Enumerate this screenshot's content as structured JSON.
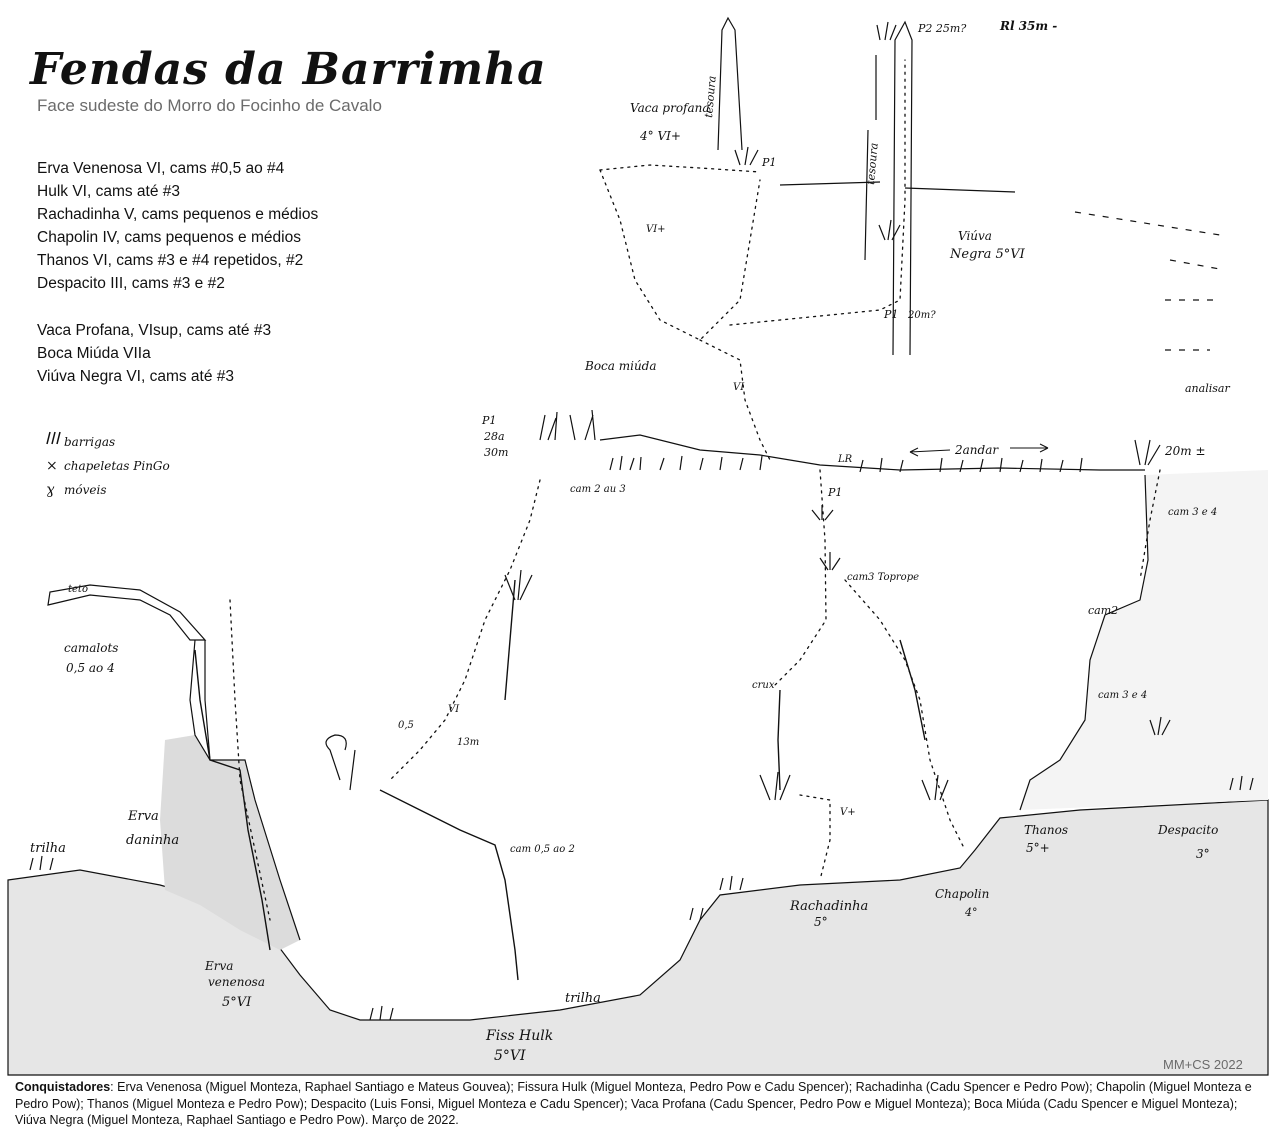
{
  "title": "Fendas da Barrimha",
  "subtitle": "Face sudeste do Morro do Focinho de Cavalo",
  "routes_list": [
    "Erva Venenosa VI, cams #0,5 ao #4",
    "Hulk VI, cams até #3",
    "Rachadinha V, cams pequenos e médios",
    "Chapolin IV, cams pequenos e médios",
    "Thanos VI, cams #3 e #4 repetidos, #2",
    "Despacito III, cams #3 e #2"
  ],
  "routes_list_upper": [
    "Vaca Profana, VIsup, cams até #3",
    "Boca Miúda VIIa",
    "Viúva Negra VI, cams até #3"
  ],
  "legend": {
    "barrigas": "barrigas",
    "chapeletas": "chapeletas PinGo",
    "moveis": "móveis"
  },
  "labels": {
    "tesoura_left": "tesoura",
    "tesoura_right": "tesoura",
    "p2_top": "P2 25m?",
    "rl_35m": "Rl 35m -",
    "vaca_profana": "Vaca profana",
    "vaca_grade": "4° VI+",
    "p1_vaca": "P1",
    "vi_plus_left": "VI+",
    "viuva_negra": "Viúva",
    "viuva_grade": "Negra 5°VI",
    "p1_viuva": "P1",
    "twenty_m_q": "20m?",
    "boca_miuda": "Boca miúda",
    "vi_boca": "VI",
    "analisar": "analisar",
    "p1_left": "P1",
    "p1_left_28": "28a",
    "p1_left_30": "30m",
    "segundo_andar": "2andar",
    "rl_mid": "LR",
    "p1_mid": "P1",
    "twenty_m_right": "20m ±",
    "cam2_au3": "cam 2 au 3",
    "cam3_e4_top": "cam 3 e 4",
    "cam3_toprope": "cam3 Toprope",
    "cam2_right": "cam2",
    "cam3_e4_mid": "cam 3 e 4",
    "crux": "crux",
    "teto": "teto",
    "camalots": "camalots",
    "camalots_range": "0,5 ao 4",
    "erva_daninha_1": "Erva",
    "erva_daninha_2": "daninha",
    "trilha_left": "trilha",
    "trilha_mid": "trilha",
    "zero_five": "0,5",
    "vi_hulk": "VI",
    "thirteen_m": "13m",
    "cam_05_2": "cam 0,5 ao 2",
    "vi_plus_rach": "V+",
    "erva_venenosa_1": "Erva",
    "erva_venenosa_2": "venenosa",
    "erva_venenosa_grade": "5°VI",
    "fiss_hulk": "Fiss Hulk",
    "fiss_hulk_grade": "5°VI",
    "rachadinha": "Rachadinha",
    "rachadinha_grade": "5°",
    "chapolin": "Chapolin",
    "chapolin_grade": "4°",
    "thanos": "Thanos",
    "thanos_grade": "5°+",
    "despacito": "Despacito",
    "despacito_grade": "3°"
  },
  "watermark": "MM+CS 2022",
  "credits": {
    "heading": "Conquistadores",
    "text": ": Erva Venenosa (Miguel Monteza, Raphael Santiago e Mateus Gouvea); Fissura Hulk (Miguel Monteza, Pedro Pow e Cadu Spencer); Rachadinha (Cadu Spencer e Pedro Pow); Chapolin (Miguel Monteza e Pedro Pow); Thanos (Miguel Monteza e Pedro Pow); Despacito (Luis Fonsi, Miguel Monteza e Cadu Spencer); Vaca Profana (Cadu Spencer, Pedro Pow e Miguel Monteza); Boca Miúda (Cadu Spencer e Miguel Monteza); Viúva Negra (Miguel Monteza, Raphael Santiago e Pedro Pow). Março de 2022."
  },
  "colors": {
    "rock": "#e9e9e9",
    "ink": "#111111"
  }
}
